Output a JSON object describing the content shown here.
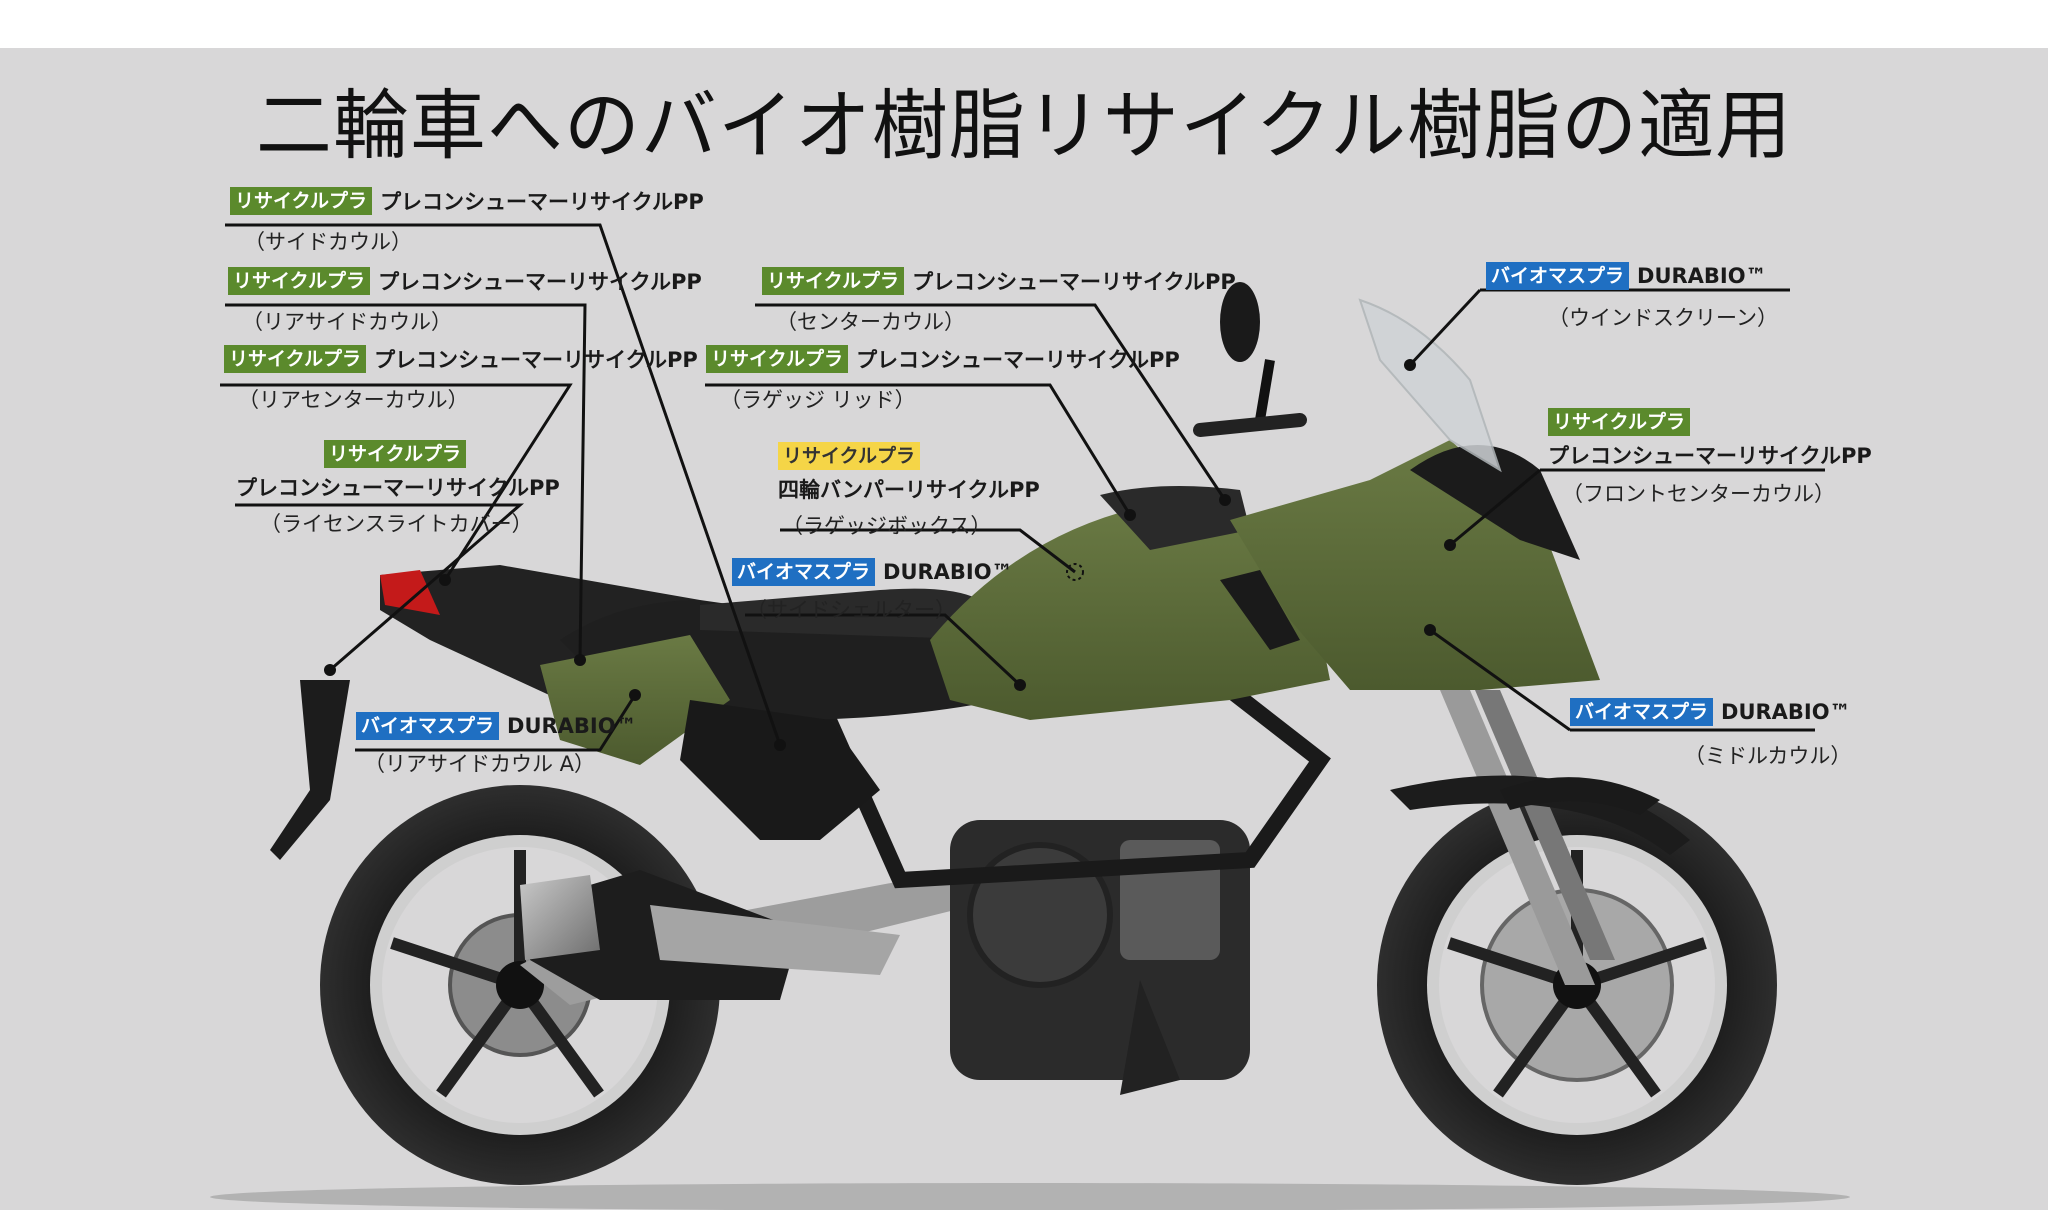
{
  "title": "二輪車へのバイオ樹脂リサイクル樹脂の適用",
  "colors": {
    "recycle_tag": "#5b8a2c",
    "bio_tag": "#1f6fc2",
    "recycle_auto_tag": "#f5d547",
    "body_green": "#5a6836"
  },
  "labels": [
    {
      "id": "side-cowl",
      "tag": "リサイクルプラ",
      "tag_color": "green",
      "material": "プレコンシューマーリサイクルPP",
      "part": "（サイドカウル）"
    },
    {
      "id": "rear-side-cowl",
      "tag": "リサイクルプラ",
      "tag_color": "green",
      "material": "プレコンシューマーリサイクルPP",
      "part": "（リアサイドカウル）"
    },
    {
      "id": "rear-center-cowl",
      "tag": "リサイクルプラ",
      "tag_color": "green",
      "material": "プレコンシューマーリサイクルPP",
      "part": "（リアセンターカウル）"
    },
    {
      "id": "license-light-cover",
      "tag": "リサイクルプラ",
      "tag_color": "green",
      "material": "プレコンシューマーリサイクルPP",
      "part": "（ライセンスライトカバー）"
    },
    {
      "id": "rear-side-cowl-a",
      "tag": "バイオマスプラ",
      "tag_color": "blue",
      "material": "DURABIO™",
      "part": "（リアサイドカウル A）"
    },
    {
      "id": "center-cowl",
      "tag": "リサイクルプラ",
      "tag_color": "green",
      "material": "プレコンシューマーリサイクルPP",
      "part": "（センターカウル）"
    },
    {
      "id": "luggage-lid",
      "tag": "リサイクルプラ",
      "tag_color": "green",
      "material": "プレコンシューマーリサイクルPP",
      "part": "（ラゲッジ リッド）"
    },
    {
      "id": "luggage-box",
      "tag": "リサイクルプラ",
      "tag_color": "yellow",
      "material": "四輪バンパーリサイクルPP",
      "part": "（ラゲッジボックス）"
    },
    {
      "id": "side-shelter",
      "tag": "バイオマスプラ",
      "tag_color": "blue",
      "material": "DURABIO™",
      "part": "（サイドシェルター）"
    },
    {
      "id": "windscreen",
      "tag": "バイオマスプラ",
      "tag_color": "blue",
      "material": "DURABIO™",
      "part": "（ウインドスクリーン）"
    },
    {
      "id": "front-center-cowl",
      "tag": "リサイクルプラ",
      "tag_color": "green",
      "material": "プレコンシューマーリサイクルPP",
      "part": "（フロントセンターカウル）"
    },
    {
      "id": "middle-cowl",
      "tag": "バイオマスプラ",
      "tag_color": "blue",
      "material": "DURABIO™",
      "part": "（ミドルカウル）"
    }
  ]
}
